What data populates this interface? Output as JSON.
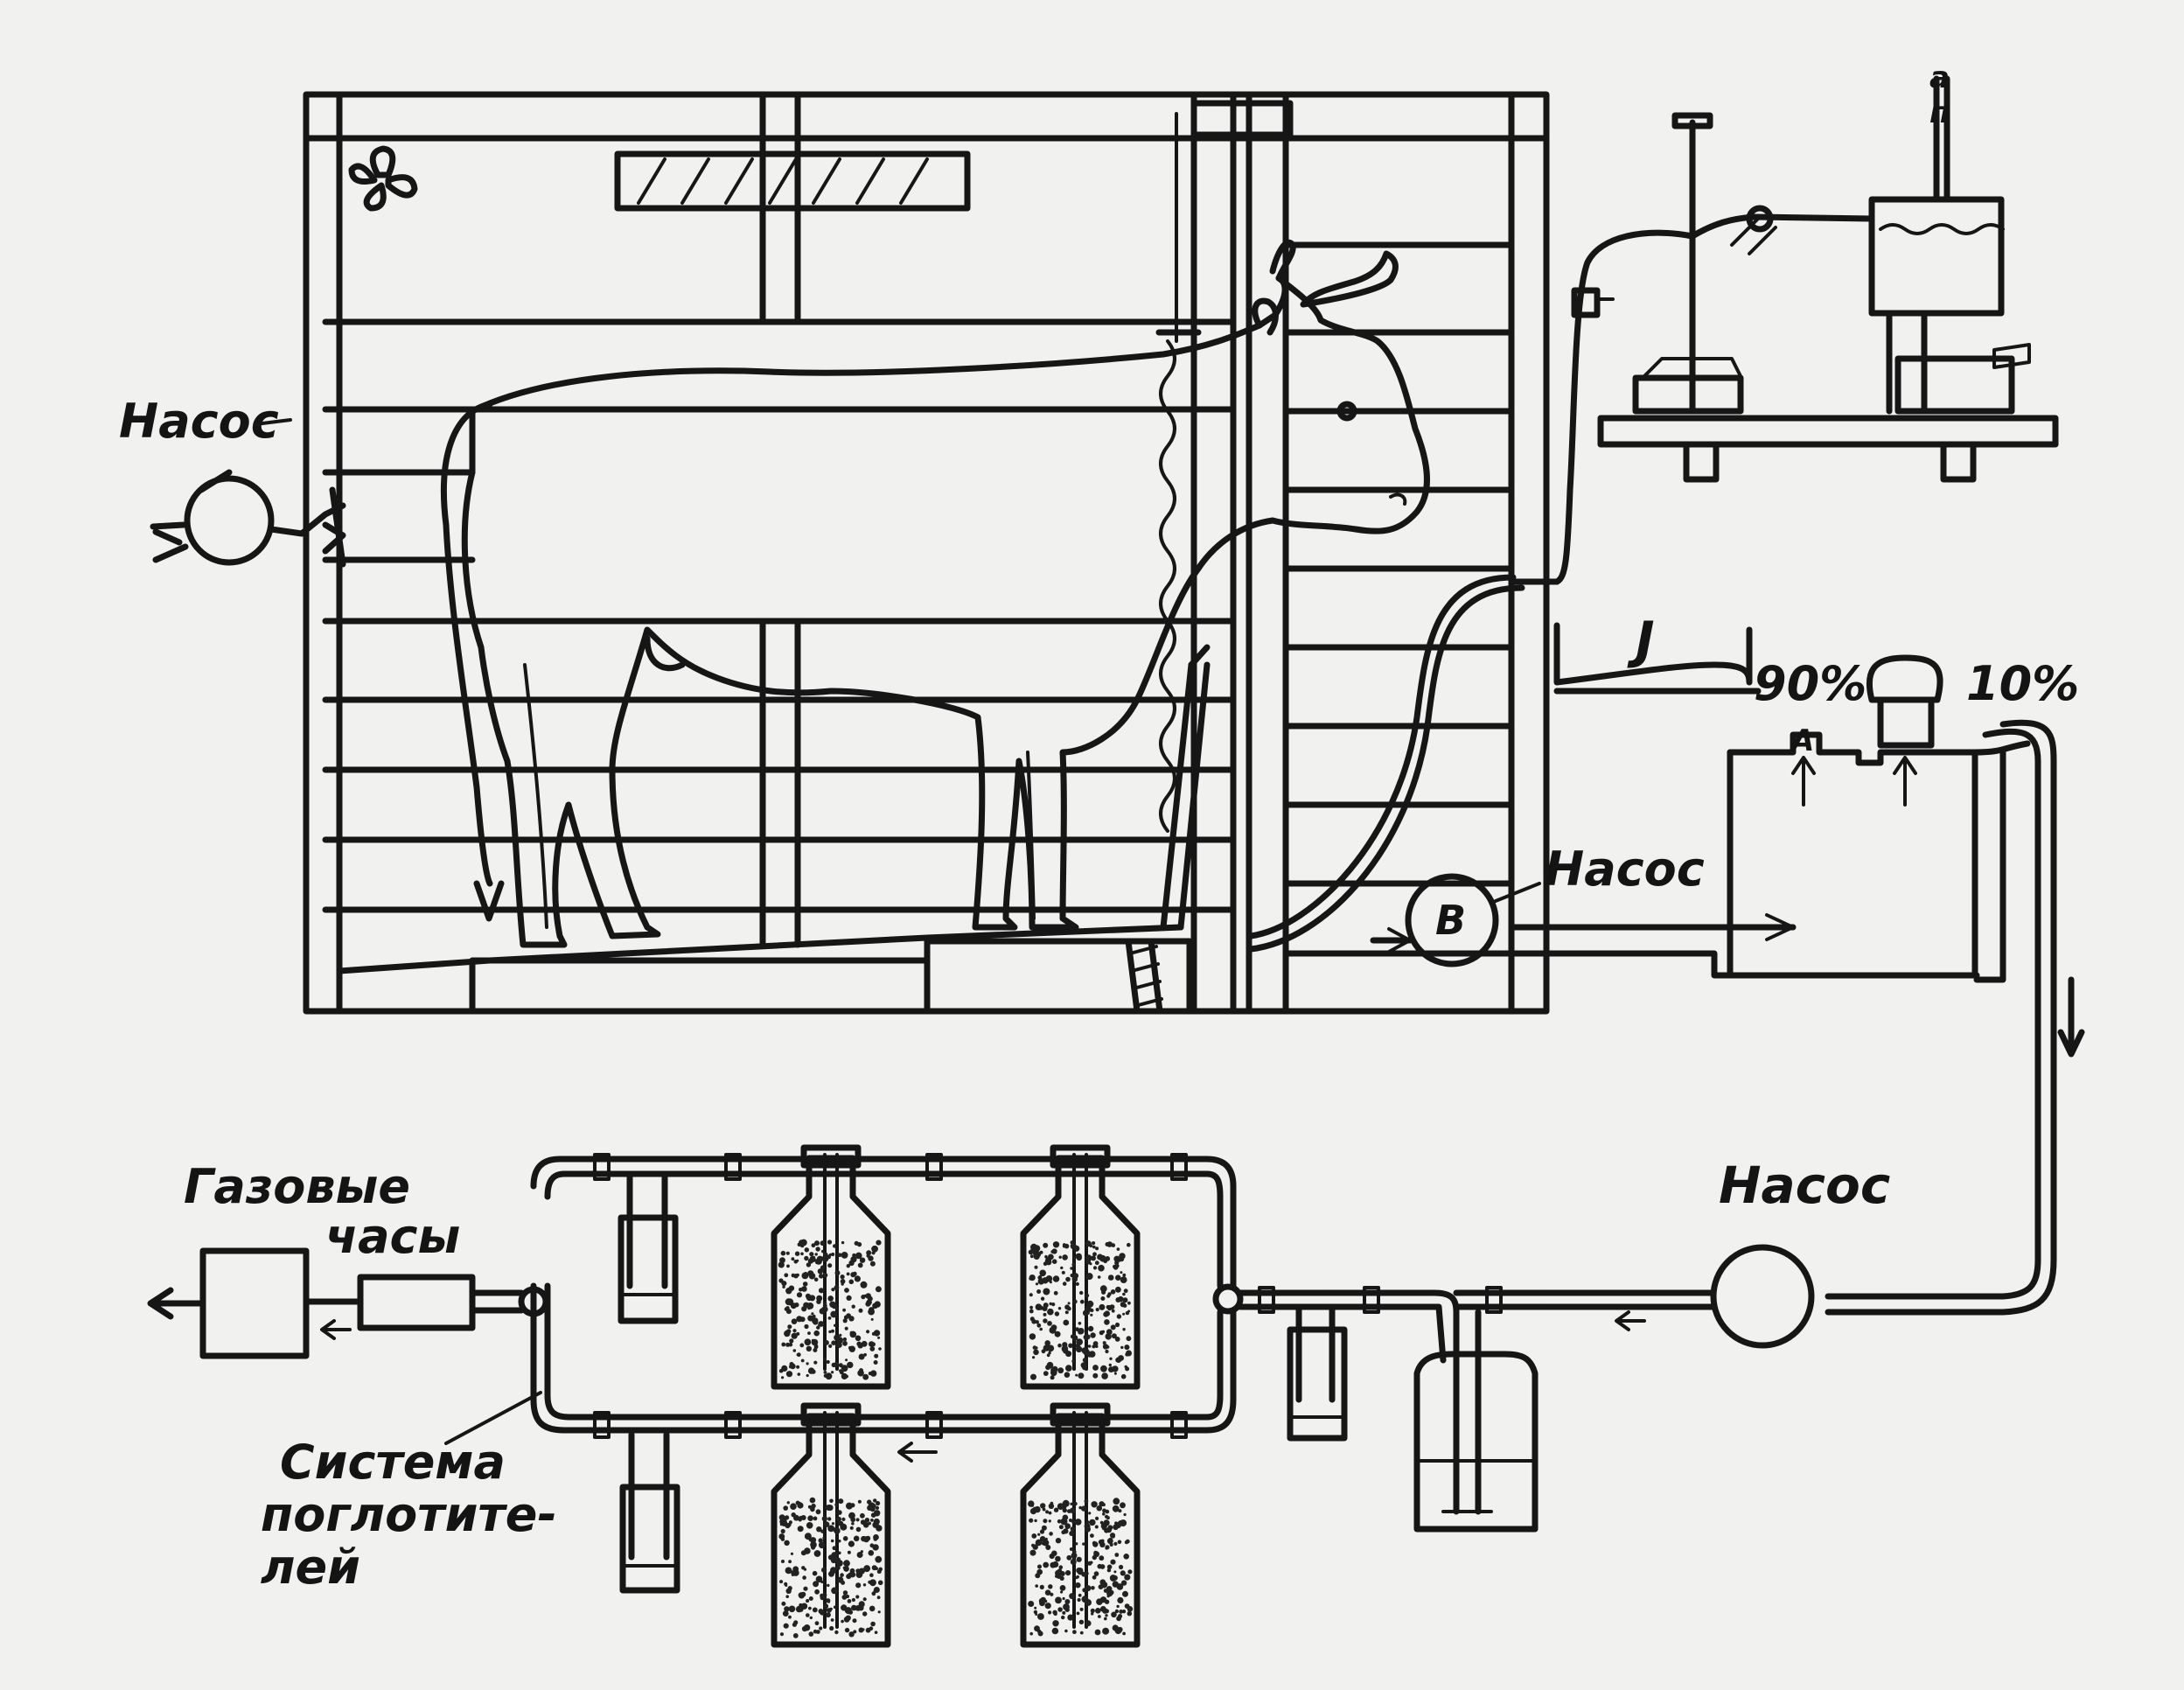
{
  "labels": {
    "pump_left": "Насос",
    "pump_b_name": "Насос",
    "pump_b_letter": "B",
    "pump_bottom": "Насос",
    "gas_clock_line1": "Газовые",
    "gas_clock_line2": "часы",
    "absorber_line1": "Система",
    "absorber_line2": "поглотите-",
    "absorber_line3": "лей",
    "pct_90": "90%",
    "pct_10": "10%",
    "mark_j": "J",
    "mark_A": "A",
    "mark_top": "a",
    "mark_top2": "п"
  }
}
